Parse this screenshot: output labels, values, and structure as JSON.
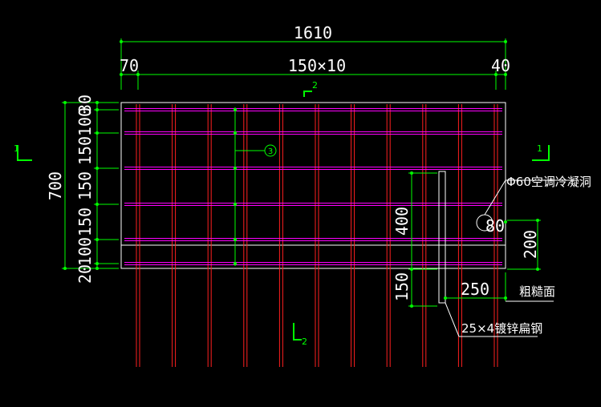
{
  "drawing": {
    "overall_width": "1610",
    "left_end": "70",
    "spacing": "150×10",
    "right_end": "40",
    "section_top": "2",
    "section_bottom": "2",
    "section_left": "1",
    "section_right": "1",
    "height_total": "700",
    "vertical_dims": [
      "30",
      "100",
      "150",
      "150",
      "150",
      "100",
      "20"
    ],
    "rebar_mark": "3",
    "hole_dim": "80",
    "dim_400": "400",
    "dim_150": "150",
    "dim_200": "200",
    "dim_250": "250",
    "hole_label": "Φ60空调冷凝洞",
    "rough_surface_label": "粗糙面",
    "steel_label": "25×4镀锌扁钢"
  },
  "colors": {
    "background": "#000000",
    "outline": "#ffffff",
    "dimension_line": "#00ff00",
    "rebar_vertical": "#ff2020",
    "rebar_horizontal": "#ff00ff",
    "text": "#ffffff",
    "section_mark": "#00ff00"
  }
}
